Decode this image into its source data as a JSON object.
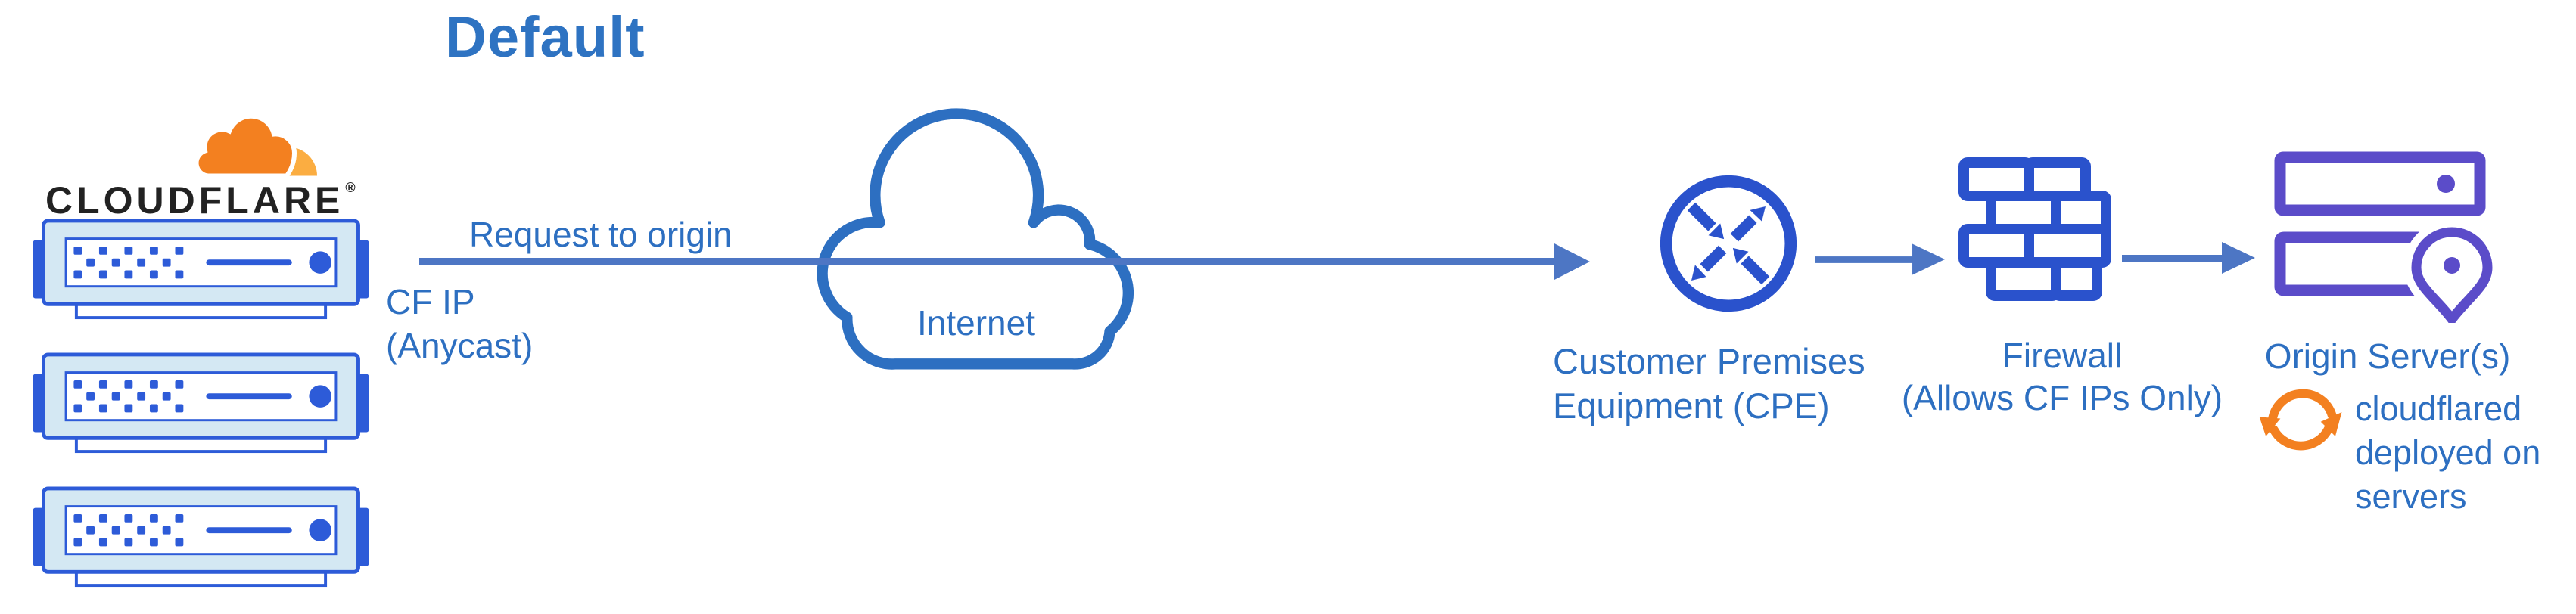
{
  "title": "Default",
  "logo": {
    "wordmark": "CLOUDFLARE",
    "registered_mark": "®"
  },
  "flow": {
    "request_arrow_label": "Request to origin",
    "cf_ip_line1": "CF IP",
    "cf_ip_line2": "(Anycast)",
    "internet_label": "Internet"
  },
  "nodes": {
    "cpe_label_line1": "Customer Premises",
    "cpe_label_line2": "Equipment (CPE)",
    "firewall_label_line1": "Firewall",
    "firewall_label_line2": "(Allows CF IPs Only)",
    "origin_label": "Origin Server(s)",
    "cloudflared_note_line1": "cloudflared",
    "cloudflared_note_line2": "deployed on",
    "cloudflared_note_line3": "servers"
  },
  "icon_names": {
    "cloudflare_logo": "cloudflare-cloud-logo",
    "edge_server": "server-rack-unit",
    "internet": "cloud-outline",
    "cpe": "router-crossed-arrows",
    "firewall": "brick-wall",
    "origin": "server-stack-with-location-pin",
    "cloudflared": "sync-arrows"
  },
  "colors": {
    "title_blue": "#2e73c2",
    "label_blue": "#2d6fc1",
    "arrow_blue": "#4d76c4",
    "icon_blue": "#2a52cc",
    "server_border_blue": "#2d5bd8",
    "server_fill": "#d4e8f3",
    "origin_purple": "#5b4cc9",
    "cloudflare_orange": "#f38020",
    "cloudflare_orange_light": "#fbad41",
    "wordmark_black": "#222222"
  }
}
